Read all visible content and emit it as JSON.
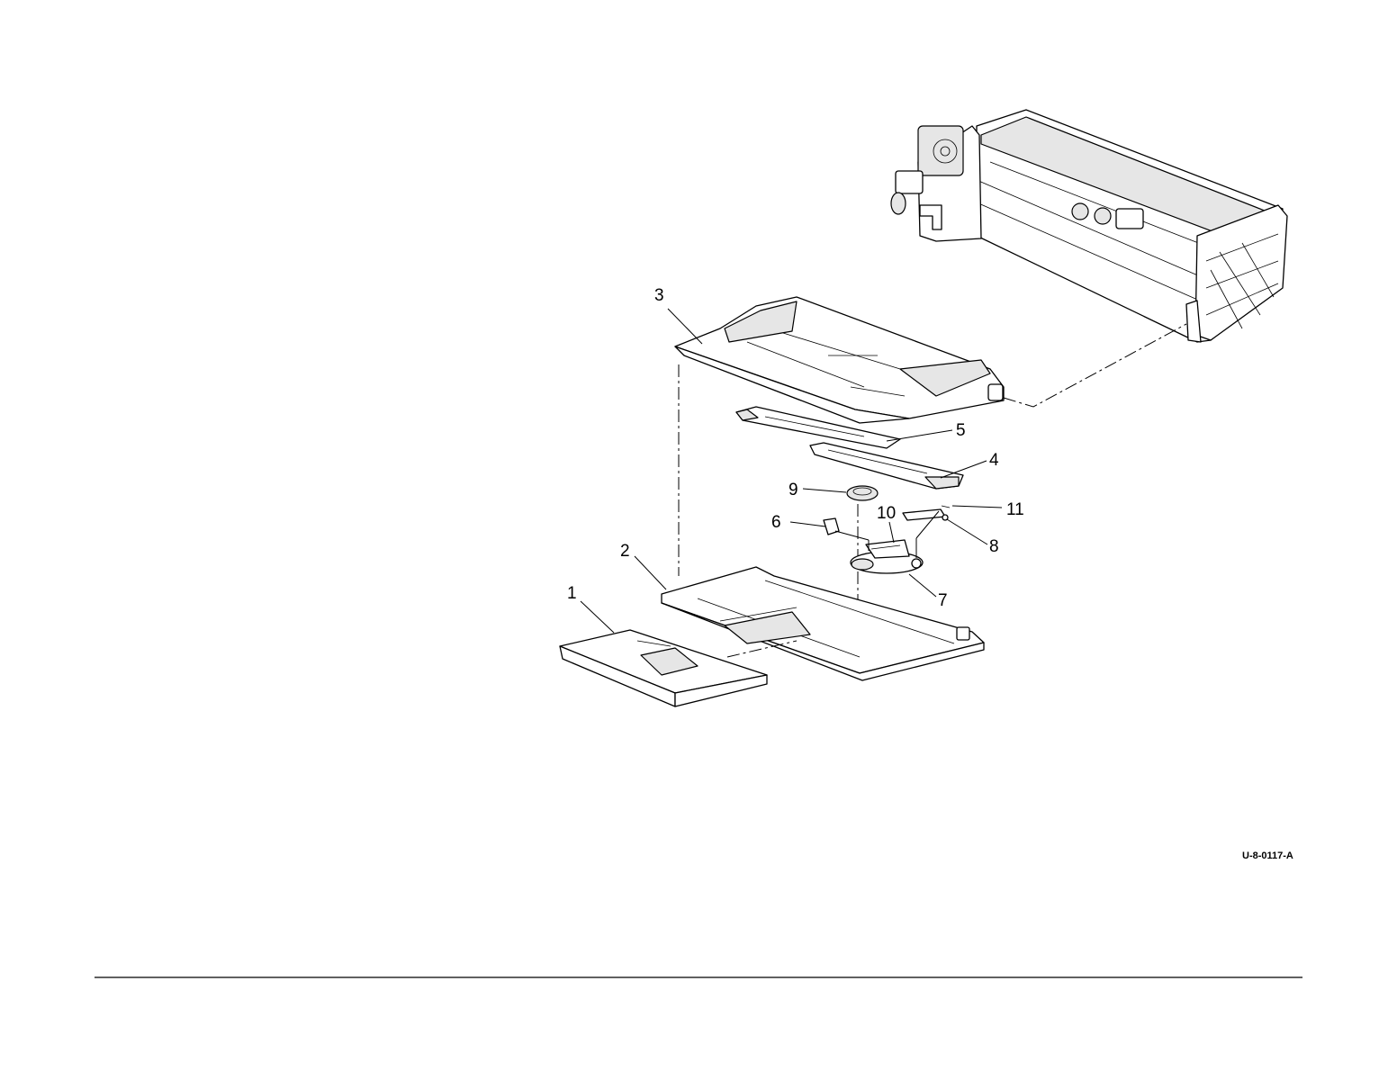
{
  "figure": {
    "reference_id": "U-8-0117-A"
  },
  "callouts": [
    {
      "number": "1"
    },
    {
      "number": "2"
    },
    {
      "number": "3"
    },
    {
      "number": "4"
    },
    {
      "number": "5"
    },
    {
      "number": "6"
    },
    {
      "number": "7"
    },
    {
      "number": "8"
    },
    {
      "number": "9"
    },
    {
      "number": "10"
    },
    {
      "number": "11"
    }
  ]
}
